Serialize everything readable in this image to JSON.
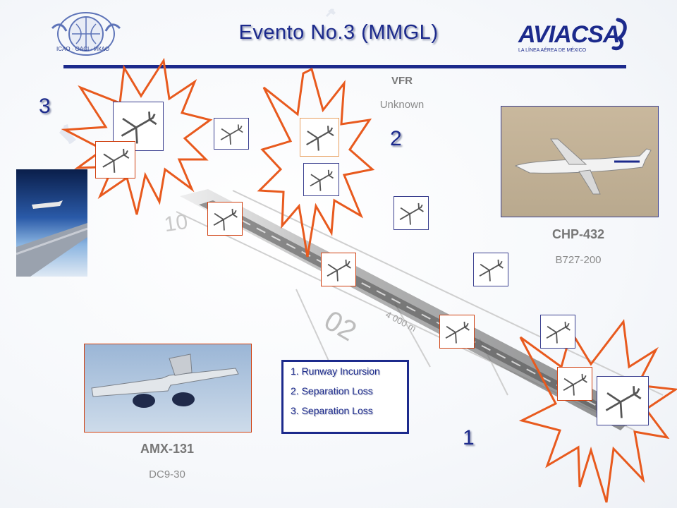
{
  "title": "Evento No.3 (MMGL)",
  "markers": [
    "3",
    "2",
    "1"
  ],
  "vfr": {
    "label": "VFR",
    "sub": "Unknown"
  },
  "chp": {
    "label": "CHP-432",
    "sub": "B727-200"
  },
  "amx": {
    "label": "AMX-131",
    "sub": "DC9-30"
  },
  "legend": [
    "1. Runway Incursion",
    "2. Separation Loss",
    "3. Separation Loss"
  ],
  "aviacsa": {
    "name": "AVIACSA",
    "tagline": "LA LÍNEA AÉREA DE MÉXICO"
  },
  "icao": {
    "text": "ICAO · OACI · ИКАО"
  },
  "runway": {
    "number": "02",
    "distance": "4 000 m",
    "left_number": "10"
  },
  "colors": {
    "title": "#1c2a8c",
    "burst": "#e85a1e",
    "box_blue": "#3a3f8f",
    "box_red": "#d04010"
  }
}
